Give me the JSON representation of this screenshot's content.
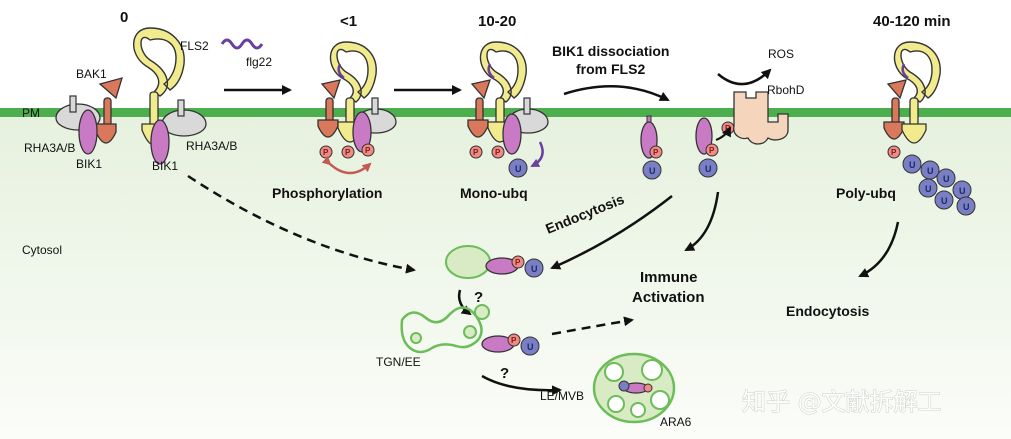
{
  "time_points": {
    "t0": "0",
    "t1": "<1",
    "t2": "10-20",
    "t3": "40-120 min"
  },
  "labels": {
    "pm": "PM",
    "cytosol": "Cytosol",
    "bak1": "BAK1",
    "fls2": "FLS2",
    "flg22": "flg22",
    "rha_left": "RHA3A/B",
    "rha_right": "RHA3A/B",
    "bik1_left": "BIK1",
    "bik1_right": "BIK1",
    "dissociation_line1": "BIK1 dissociation",
    "dissociation_line2": "from FLS2",
    "ros": "ROS",
    "rbohd": "RbohD",
    "phosphorylation": "Phosphorylation",
    "mono_ubq": "Mono-ubq",
    "poly_ubq": "Poly-ubq",
    "endocytosis_diag": "Endocytosis",
    "endocytosis_right": "Endocytosis",
    "immune_line1": "Immune",
    "immune_line2": "Activation",
    "question1": "?",
    "question2": "?",
    "tgn_ee": "TGN/EE",
    "le_mvb": "LE/MVB",
    "ara6": "ARA6",
    "p_mark": "P",
    "u_mark": "U",
    "watermark": "知乎 @文献拆解工"
  },
  "colors": {
    "membrane": "#4cae4c",
    "cytosol_top": "#eaf3e3",
    "cytosol_bottom": "#fbfdf9",
    "fls2": "#f2eb8e",
    "bak1": "#d9785a",
    "bik1": "#c97ac4",
    "rha": "#d9d9d9",
    "phospho": "#f08a84",
    "ubiquitin": "#7a7fc4",
    "flg22": "#6a3fa0",
    "vesicle": "#d8ebc4",
    "vesicle_stroke": "#6cbd5a",
    "rbohd": "#f6d5bd"
  }
}
